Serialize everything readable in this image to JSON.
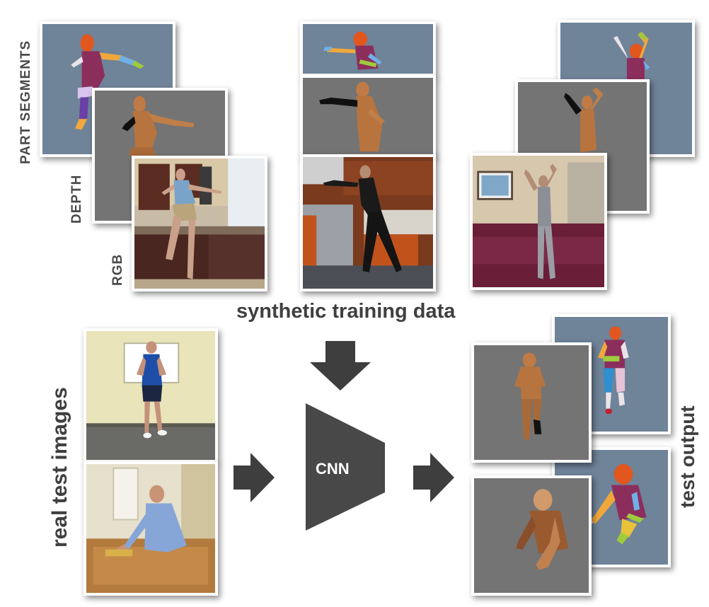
{
  "labels": {
    "part_segments": "PART SEGMENTS",
    "depth": "DEPTH",
    "rgb": "RGB",
    "synthetic": "synthetic training data",
    "real_test": "real test images",
    "test_output": "test output",
    "cnn": "CNN"
  },
  "colors": {
    "segment_bg": "#6f8399",
    "depth_bg": "#747474",
    "arrow": "#3e3e3e",
    "skin_depth": "#b8743f"
  }
}
